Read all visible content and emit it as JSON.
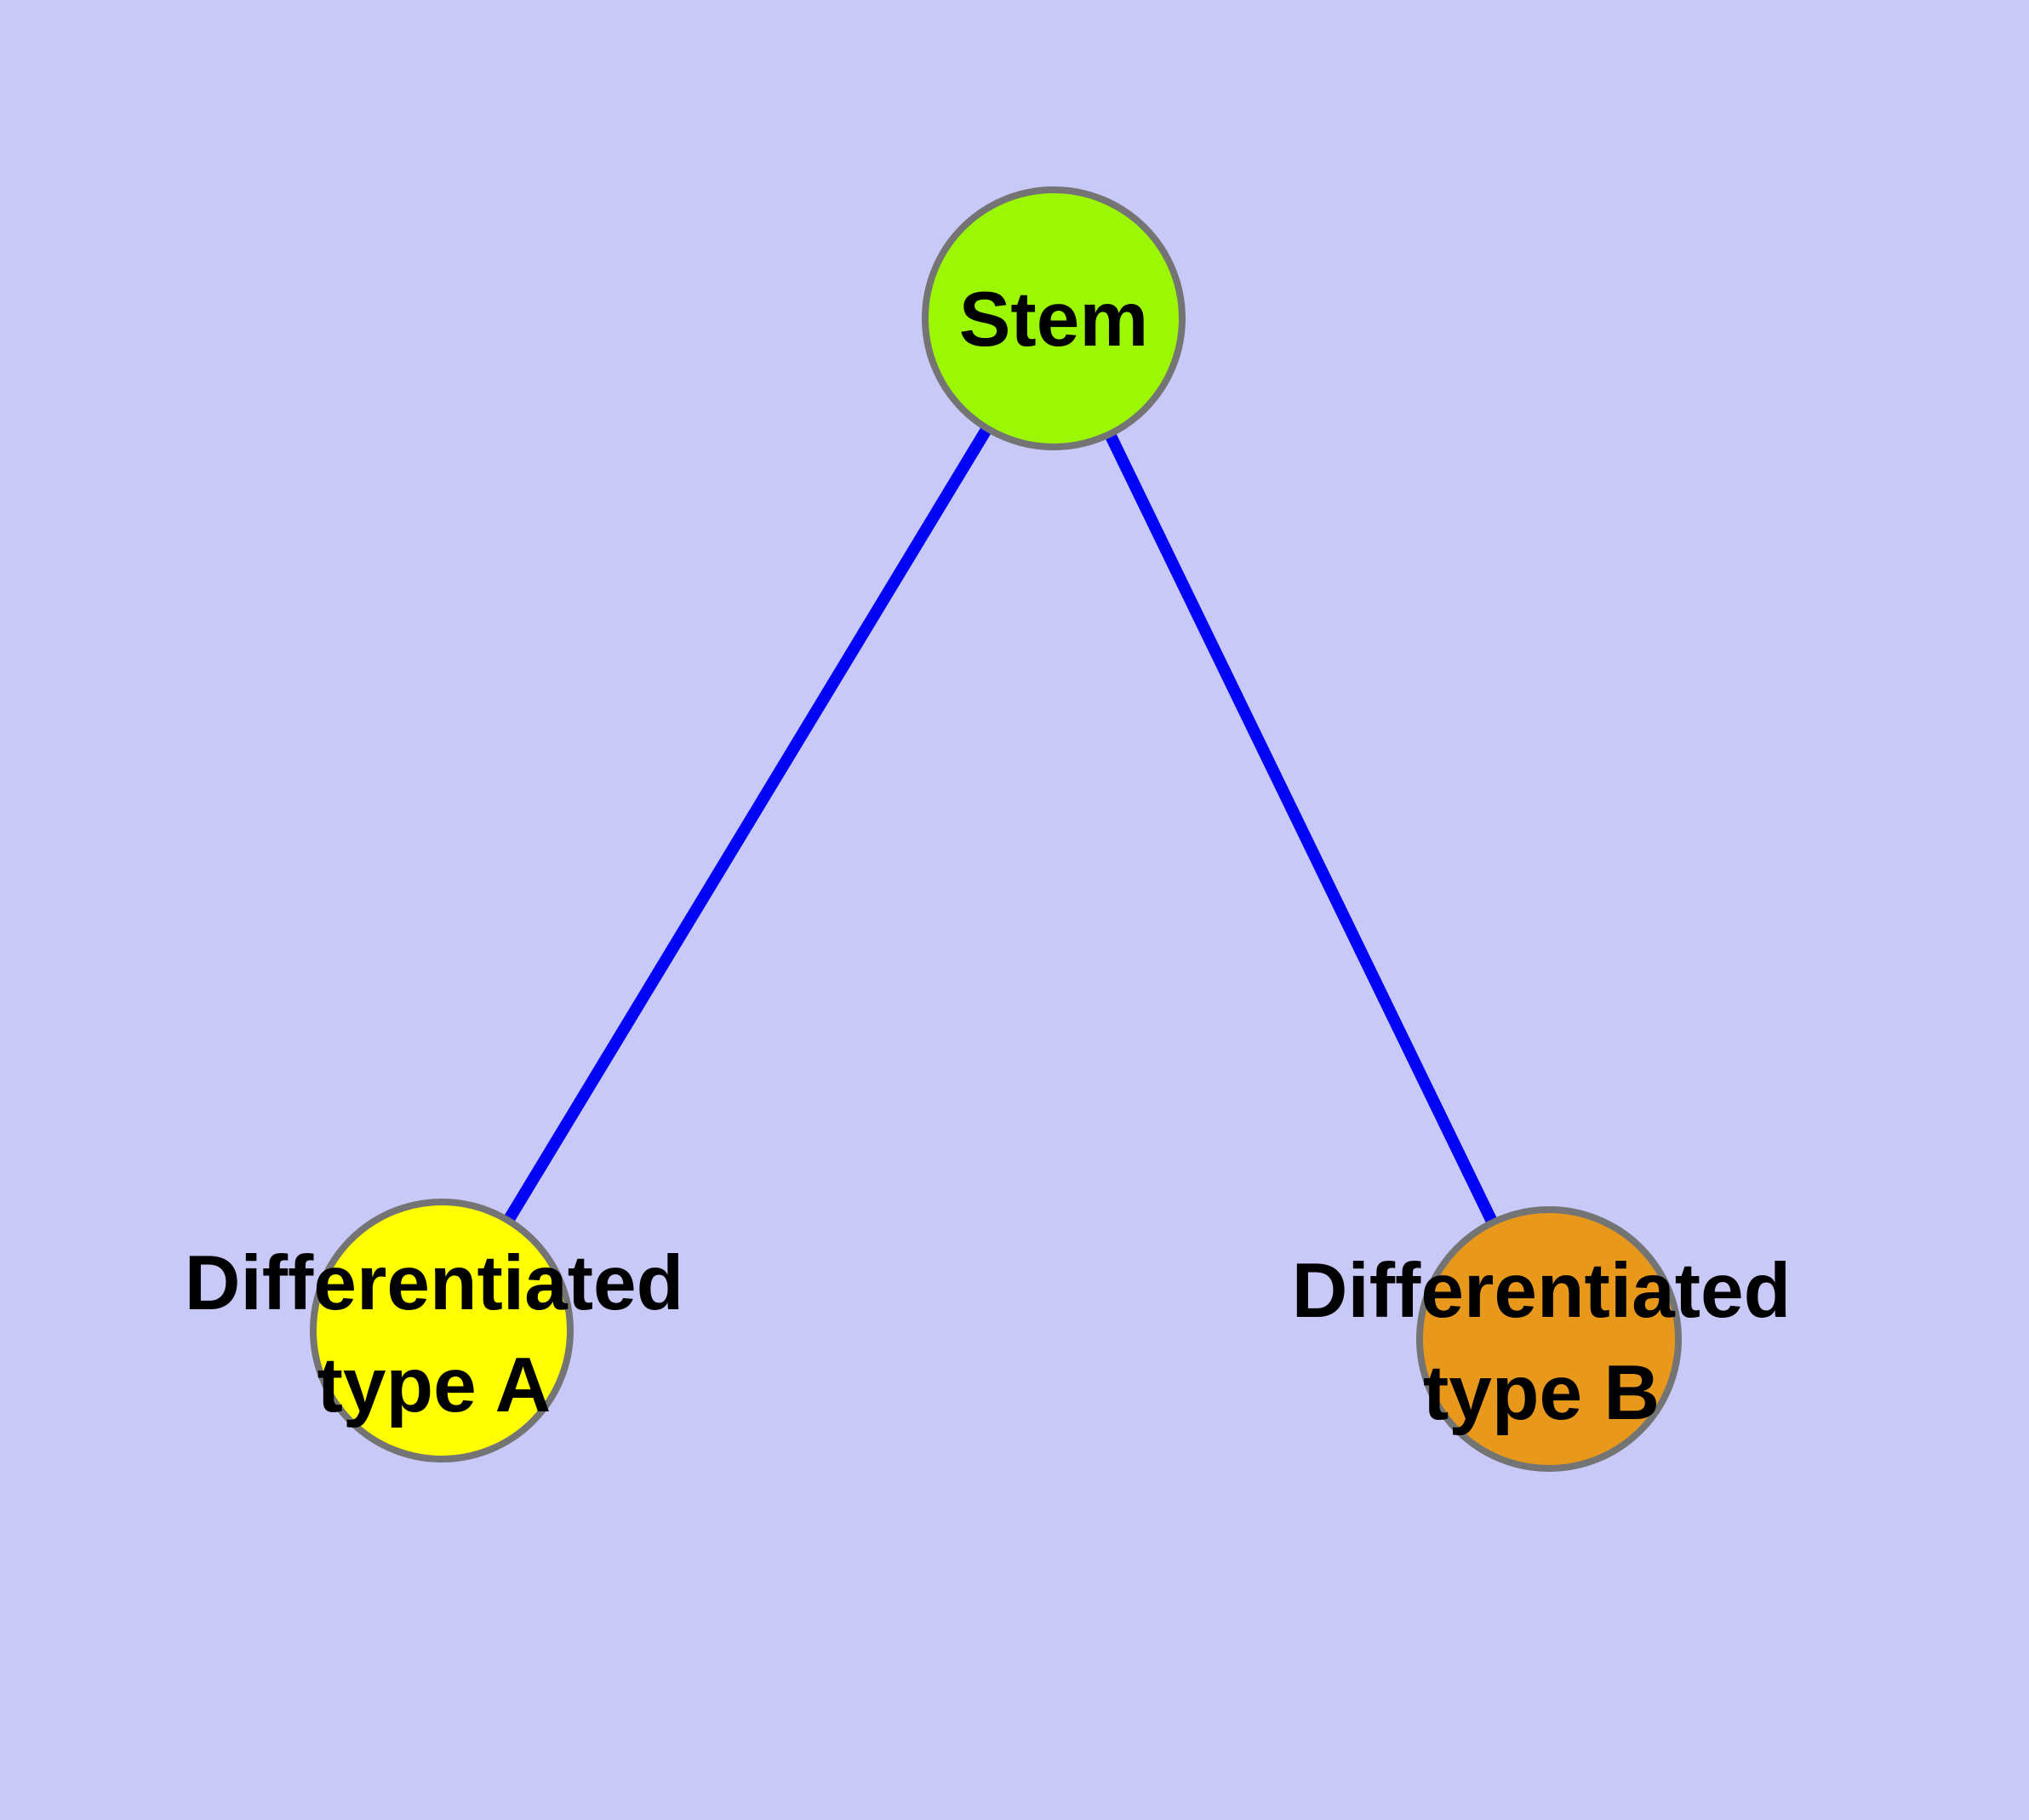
{
  "diagram": {
    "background_color": "#c9c9f8",
    "edge_color": "#0303f5",
    "node_border_color": "#747474",
    "text_color": "#000000",
    "nodes": [
      {
        "id": "stem",
        "label": "Stem",
        "fill": "#9bf704"
      },
      {
        "id": "differentiated-type-a",
        "label": "Differentiated type A",
        "label_line1": "Differentiated",
        "label_line2": "type A",
        "fill": "#ffff00"
      },
      {
        "id": "differentiated-type-b",
        "label": "Differentiated type B",
        "label_line1": "Differentiated",
        "label_line2": "type B",
        "fill": "#e8991c"
      }
    ],
    "edges": [
      {
        "from": "Stem",
        "to": "Differentiated type A"
      },
      {
        "from": "Stem",
        "to": "Differentiated type B"
      }
    ]
  }
}
